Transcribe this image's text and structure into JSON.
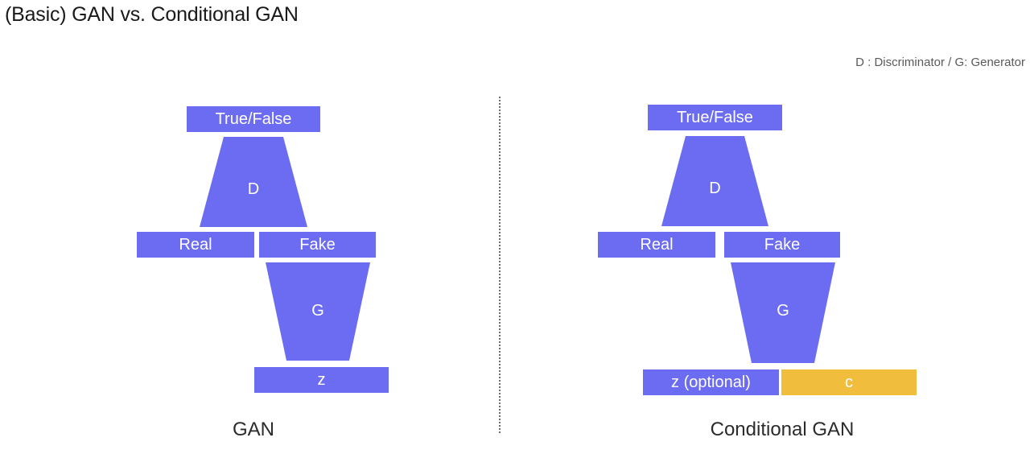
{
  "slide": {
    "title": "(Basic) GAN vs. Conditional GAN",
    "legend": "D : Discriminator / G: Generator",
    "background_color": "#ffffff",
    "title_color": "#1a1a1a"
  },
  "colors": {
    "node_fill": "#6C6CF2",
    "condition_fill": "#F0BE3C",
    "node_text": "#ffffff",
    "divider": "#6d6d6d"
  },
  "panels": [
    {
      "id": "basic-gan",
      "caption": "GAN",
      "nodes": {
        "output": "True/False",
        "discriminator": "D",
        "real": "Real",
        "fake": "Fake",
        "generator": "G",
        "noise": "z"
      }
    },
    {
      "id": "conditional-gan",
      "caption": "Conditional GAN",
      "nodes": {
        "output": "True/False",
        "discriminator": "D",
        "real": "Real",
        "fake": "Fake",
        "generator": "G",
        "noise": "z (optional)",
        "condition": "c"
      }
    }
  ]
}
